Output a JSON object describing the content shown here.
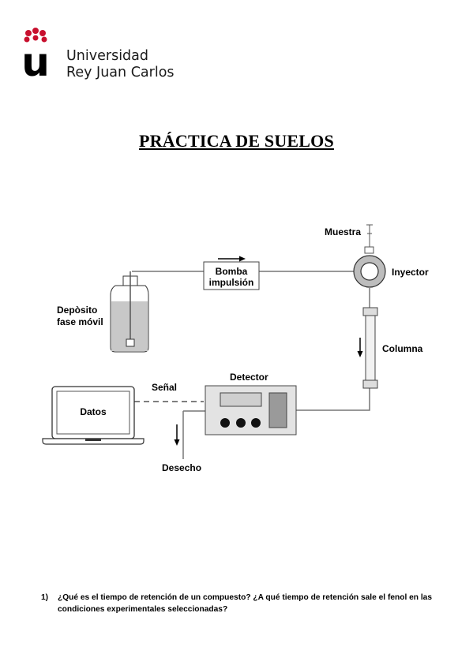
{
  "header": {
    "logo": {
      "glyph": "u",
      "line1": "Universidad",
      "line2": "Rey Juan Carlos",
      "brand_color": "#c8102e"
    }
  },
  "title": "PRÁCTICA DE SUELOS",
  "diagram": {
    "labels": {
      "muestra": "Muestra",
      "inyector": "Inyector",
      "bomba_1": "Bomba",
      "bomba_2": "impulsión",
      "deposito_1": "Depòsito",
      "deposito_2": "fase móvil",
      "columna": "Columna",
      "detector": "Detector",
      "senal": "Señal",
      "datos": "Datos",
      "desecho": "Desecho"
    }
  },
  "questions": [
    {
      "number": "1)",
      "text": "¿Qué es el tiempo de retención de un compuesto? ¿A qué tiempo de retención sale el fenol en las condiciones experimentales seleccionadas?"
    }
  ]
}
